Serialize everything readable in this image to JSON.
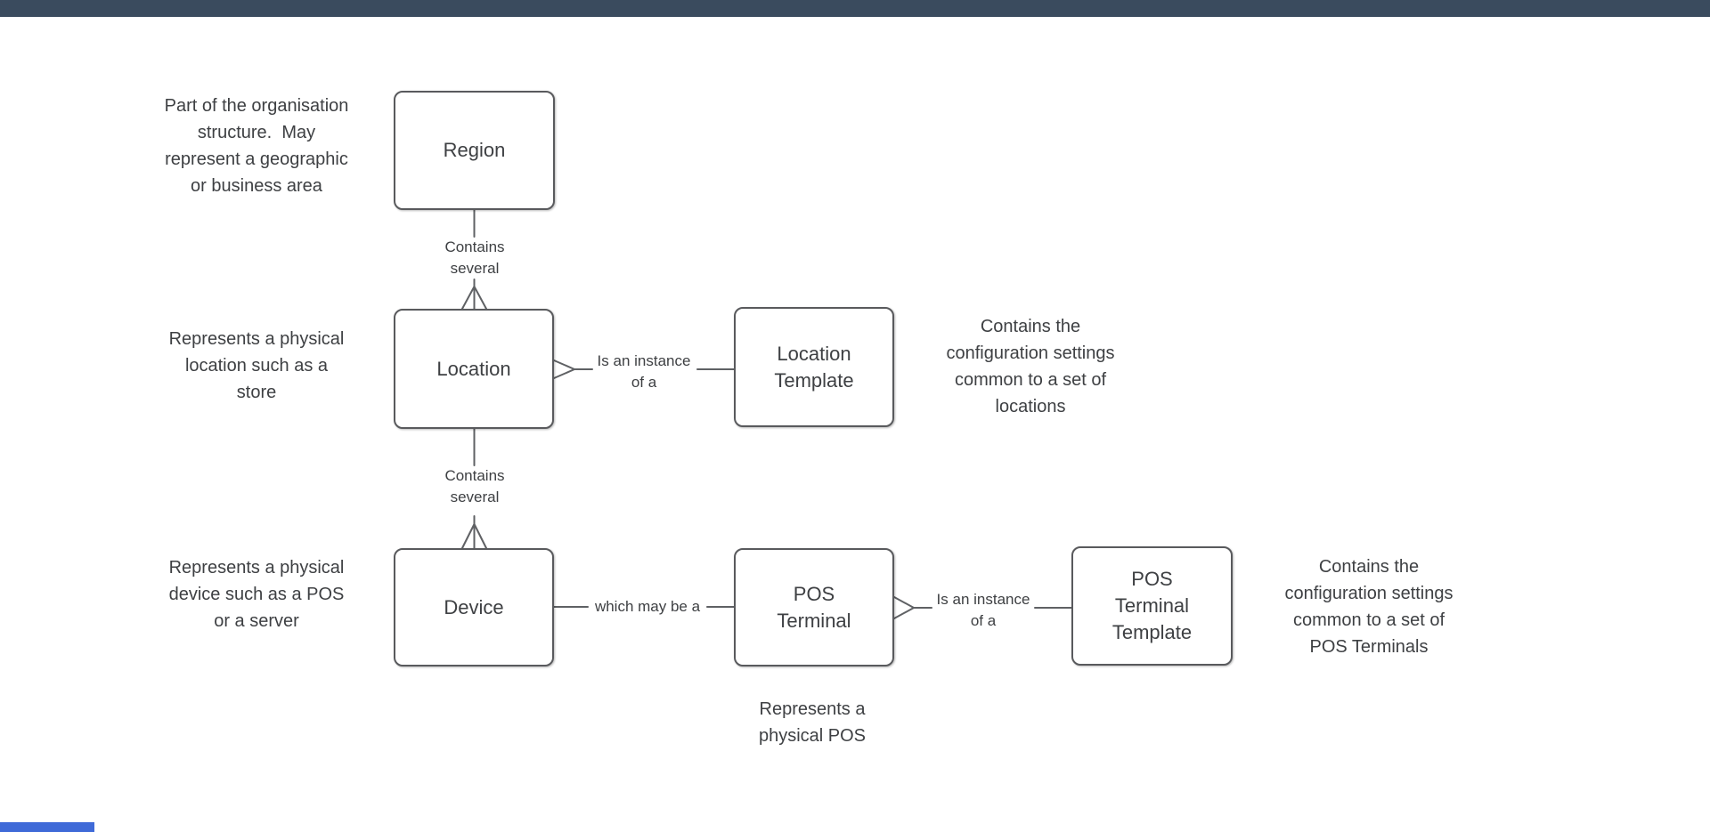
{
  "app": {
    "colors": {
      "top_bar": "#3a4b5e",
      "accent_bar": "#3f6ad8",
      "box_border": "#595a5d",
      "connector_line": "#5f6164",
      "text": "#3e4043"
    }
  },
  "diagram": {
    "entities": {
      "region": {
        "lines": [
          "Region"
        ]
      },
      "location": {
        "lines": [
          "Location"
        ]
      },
      "location_template": {
        "lines": [
          "Location",
          "Template"
        ]
      },
      "device": {
        "lines": [
          "Device"
        ]
      },
      "pos_terminal": {
        "lines": [
          "POS",
          "Terminal"
        ]
      },
      "pos_terminal_template": {
        "lines": [
          "POS",
          "Terminal",
          "Template"
        ]
      }
    },
    "connectors": {
      "region_location": {
        "lines": [
          "Contains",
          "several"
        ]
      },
      "location_device": {
        "lines": [
          "Contains",
          "several"
        ]
      },
      "location_is_instance": {
        "lines": [
          "Is an instance",
          "of a"
        ]
      },
      "device_pos": {
        "lines": [
          "which may be a"
        ]
      },
      "pos_is_instance": {
        "lines": [
          "Is an instance",
          "of a"
        ]
      }
    },
    "annotations": {
      "region_note": {
        "lines": [
          "Part of the organisation",
          "structure.  May",
          "represent a geographic",
          "or business area"
        ]
      },
      "location_note": {
        "lines": [
          "Represents a physical",
          "location such as a",
          "store"
        ]
      },
      "device_note": {
        "lines": [
          "Represents a physical",
          "device such as a POS",
          "or a server"
        ]
      },
      "location_template_note": {
        "lines": [
          "Contains the",
          "configuration settings",
          "common to a set of",
          "locations"
        ]
      },
      "pos_terminal_note": {
        "lines": [
          "Represents a",
          "physical POS"
        ]
      },
      "pos_terminal_template_note": {
        "lines": [
          "Contains the",
          "configuration settings",
          "common to a set of",
          "POS Terminals"
        ]
      }
    }
  }
}
